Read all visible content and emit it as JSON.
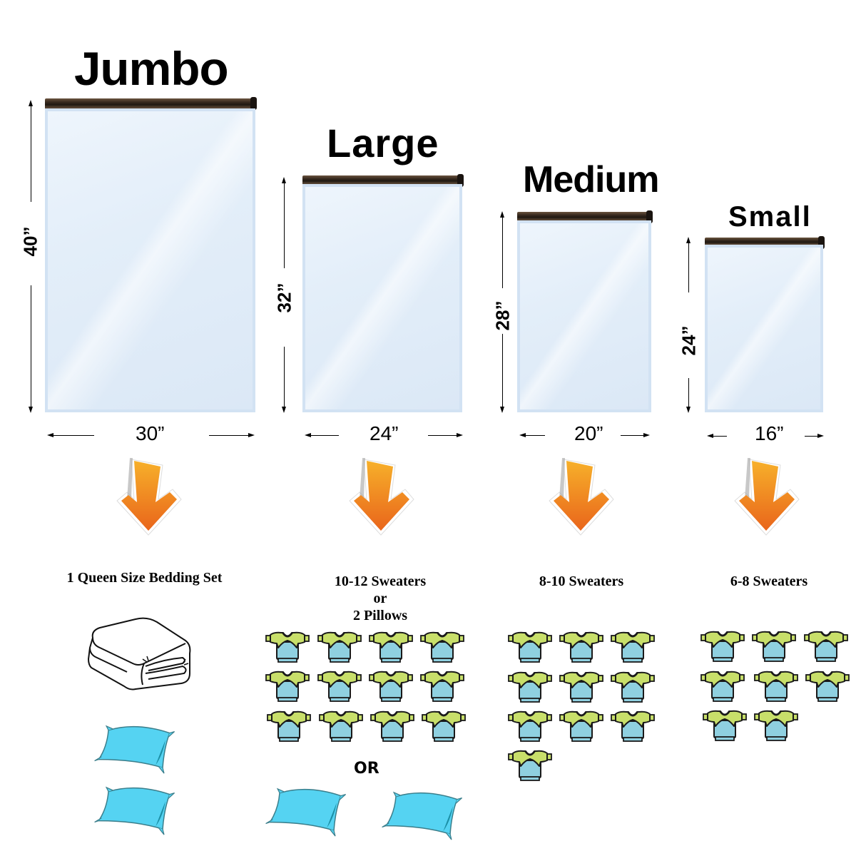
{
  "bags": [
    {
      "id": "jumbo",
      "title": "Jumbo",
      "height_label": "40”",
      "width_label": "30”",
      "capacity": [
        "1 Queen Size Bedding Set"
      ],
      "contents": {
        "bedding_sets": 1,
        "pillows": 2,
        "sweaters": 0
      }
    },
    {
      "id": "large",
      "title": "Large",
      "height_label": "32”",
      "width_label": "24”",
      "capacity": [
        "10-12 Sweaters",
        "or",
        "2 Pillows"
      ],
      "contents": {
        "sweaters": 12,
        "pillows": 2
      },
      "or_label": "OR"
    },
    {
      "id": "medium",
      "title": "Medium",
      "height_label": "28”",
      "width_label": "20”",
      "capacity": [
        "8-10 Sweaters"
      ],
      "contents": {
        "sweaters": 10
      }
    },
    {
      "id": "small",
      "title": "Small",
      "height_label": "24”",
      "width_label": "16”",
      "capacity": [
        "6-8 Sweaters"
      ],
      "contents": {
        "sweaters": 8
      }
    }
  ],
  "colors": {
    "arrow_top": "#f5a623",
    "arrow_bottom": "#ea6a1c",
    "sweater_body": "#8fd0e0",
    "sweater_sleeves": "#c8df6a",
    "pillow": "#55d3f2",
    "bag_body": "#e3eef9",
    "zipper": "#3b2c20"
  },
  "icons": [
    "up-arrow-icon",
    "down-arrow-icon",
    "left-arrow-icon",
    "right-arrow-icon",
    "orange-down-arrow-icon",
    "sweater-icon",
    "pillow-icon",
    "folded-bedding-icon"
  ]
}
